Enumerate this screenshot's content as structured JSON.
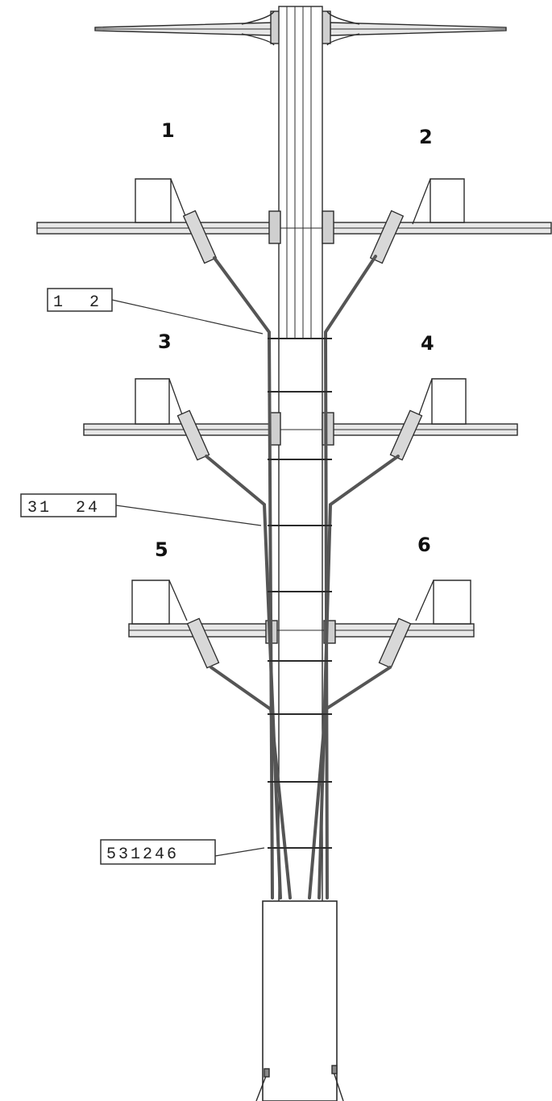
{
  "phase_labels": {
    "p1": "1",
    "p2": "2",
    "p3": "3",
    "p4": "4",
    "p5": "5",
    "p6": "6"
  },
  "cable_boxes": {
    "upper": "1  2",
    "middle": "31  24",
    "lower": "531246"
  },
  "colors": {
    "line": "#2b2b2b",
    "cable": "#555555",
    "background": "#ffffff"
  }
}
